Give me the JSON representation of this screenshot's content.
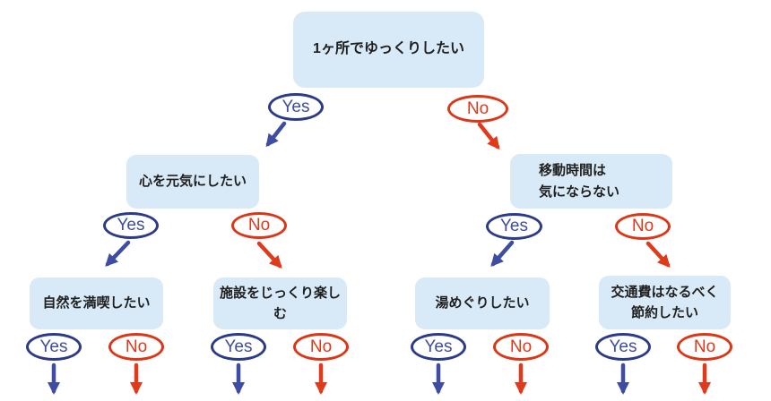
{
  "diagram": {
    "title": "onsen-trip-decision-tree",
    "yes_label": "Yes",
    "no_label": "No",
    "root": {
      "text": "1ヶ所でゆっくりしたい"
    },
    "level2": [
      {
        "text": "心を元気にしたい"
      },
      {
        "text": "移動時間は\n気にならない"
      }
    ],
    "level3": [
      {
        "text": "自然を満喫したい"
      },
      {
        "text": "施設をじっくり楽しむ"
      },
      {
        "text": "湯めぐりしたい"
      },
      {
        "text": "交通費はなるべく\n節約したい"
      }
    ],
    "colors": {
      "box_fill": "#d8eaf7",
      "box_text": "#1f1f1f",
      "yes_border": "#2c3a8a",
      "yes_text": "#3e4da1",
      "yes_arrow": "#3e4da1",
      "no_border": "#dd3617",
      "no_text": "#e0391b",
      "no_arrow": "#e0391b",
      "background": "#ffffff"
    }
  }
}
